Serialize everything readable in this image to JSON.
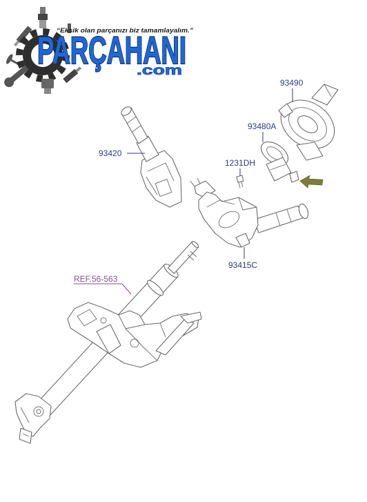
{
  "logo": {
    "tagline": "“Eksik olan parçanızı biz tamamlayalım.”",
    "name": "PARÇAHANI",
    "domain": ".com",
    "icons": [
      "gear-icon",
      "spark-plug-icon",
      "wrench-icon",
      "piston-icon",
      "valve-icon"
    ]
  },
  "diagram": {
    "parts": [
      {
        "number": "93490"
      },
      {
        "number": "93480A"
      },
      {
        "number": "93420"
      },
      {
        "number": "1231DH"
      },
      {
        "number": "93415C"
      }
    ],
    "reference": "REF.56-563",
    "icons": [
      "arrow-left-icon"
    ]
  },
  "colors": {
    "brand_blue": "#1f67d6",
    "brand_outline": "#0d2a6b",
    "part_label": "#2d3a8c",
    "reference_link": "#8a4b98",
    "arrow": "#7d7b3e",
    "line_art": "#6a6a6a"
  }
}
